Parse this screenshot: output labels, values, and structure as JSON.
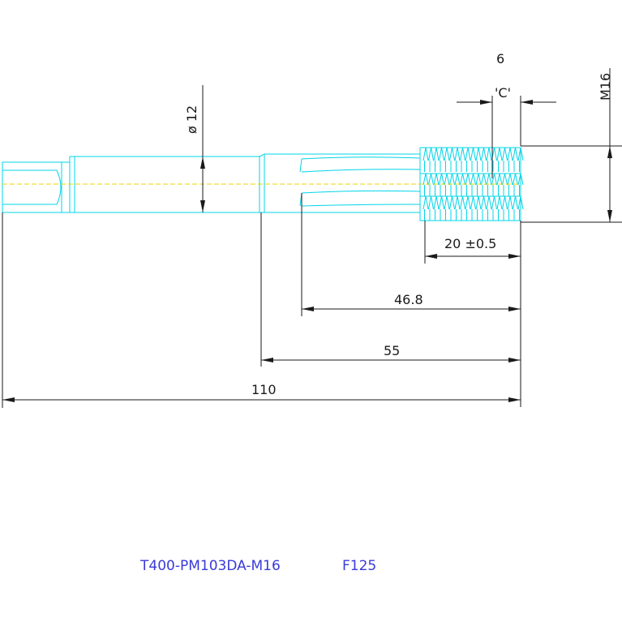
{
  "dimensions": {
    "diameter": "ø 12",
    "thread_length": "6",
    "chamfer": "'C'",
    "thread_size": "M16",
    "thread_tol": "20 ±0.5",
    "flute_length": "46.8",
    "body_length": "55",
    "overall_length": "110"
  },
  "part_number": "T400-PM103DA-M16",
  "code": "F125",
  "colors": {
    "outline": "#00d4e8",
    "dimension": "#1a1a1a",
    "centerline": "#e8d600",
    "title": "#3a3ad8"
  }
}
